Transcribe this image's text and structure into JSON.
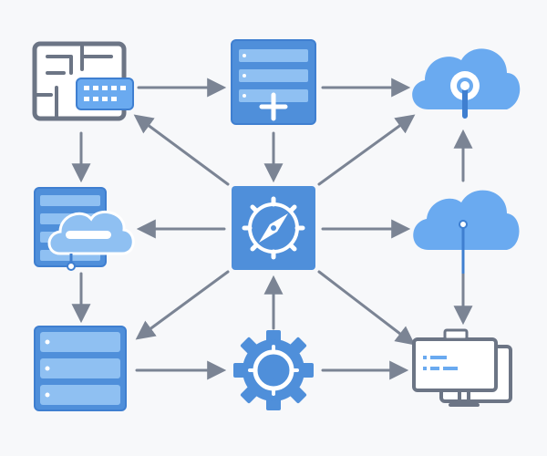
{
  "colors": {
    "background": "#f7f8fa",
    "arrow": "#7b8494",
    "icon_gray": "#6c7585",
    "blue_dark": "#3f7fd0",
    "blue_mid": "#5b9be3",
    "blue_light": "#8fc0f2",
    "blue_fill": "#6aaaf0",
    "white": "#ffffff"
  },
  "nodes": [
    {
      "id": "floor-plan-network-panel",
      "icon": "floor-plan-with-network-panel-icon"
    },
    {
      "id": "server-with-plus",
      "icon": "server-add-icon"
    },
    {
      "id": "cloud-key-top",
      "icon": "cloud-keyhole-icon"
    },
    {
      "id": "server-with-cloud",
      "icon": "server-cloud-icon"
    },
    {
      "id": "central-controller",
      "icon": "compass-gear-icon"
    },
    {
      "id": "cloud-connection-middle",
      "icon": "cloud-connection-icon"
    },
    {
      "id": "server-stack-bottom",
      "icon": "server-stack-icon"
    },
    {
      "id": "gear-bottom",
      "icon": "gear-icon"
    },
    {
      "id": "workstation-monitors",
      "icon": "monitors-terminal-icon"
    }
  ],
  "edges": [
    {
      "from": "floor-plan-network-panel",
      "to": "server-with-plus"
    },
    {
      "from": "server-with-plus",
      "to": "cloud-key-top"
    },
    {
      "from": "floor-plan-network-panel",
      "to": "server-with-cloud"
    },
    {
      "from": "server-with-plus",
      "to": "central-controller"
    },
    {
      "from": "cloud-connection-middle",
      "to": "cloud-key-top"
    },
    {
      "from": "central-controller",
      "to": "floor-plan-network-panel"
    },
    {
      "from": "central-controller",
      "to": "cloud-key-top"
    },
    {
      "from": "central-controller",
      "to": "server-with-cloud"
    },
    {
      "from": "central-controller",
      "to": "cloud-connection-middle"
    },
    {
      "from": "server-with-cloud",
      "to": "server-stack-bottom"
    },
    {
      "from": "central-controller",
      "to": "server-stack-bottom"
    },
    {
      "from": "gear-bottom",
      "to": "central-controller"
    },
    {
      "from": "central-controller",
      "to": "workstation-monitors"
    },
    {
      "from": "cloud-connection-middle",
      "to": "workstation-monitors"
    },
    {
      "from": "server-stack-bottom",
      "to": "gear-bottom"
    },
    {
      "from": "gear-bottom",
      "to": "workstation-monitors"
    }
  ]
}
